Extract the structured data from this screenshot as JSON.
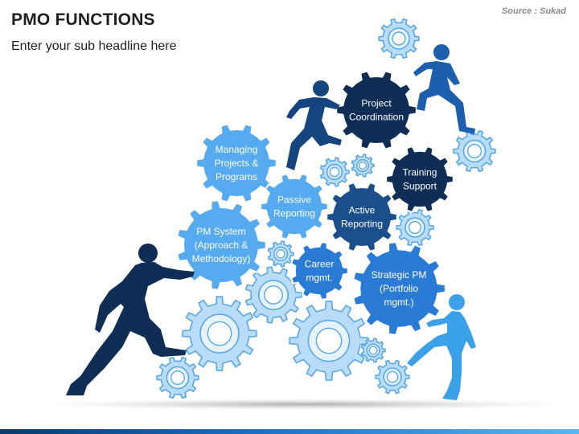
{
  "header": {
    "title": "PMO FUNCTIONS",
    "subtitle": "Enter your sub headline here",
    "source": "Source : Sukad"
  },
  "colors": {
    "navy": "#0f2d55",
    "dark_blue": "#1a4f8c",
    "mid_blue": "#2a7bd5",
    "light_blue": "#55aaf0",
    "pale_blue": "#b9dcf8",
    "outline_blue": "#5ba8e3"
  },
  "gears": {
    "project_coordination": {
      "lines": [
        "Project",
        "Coordination"
      ]
    },
    "managing_projects": {
      "lines": [
        "Managing",
        "Projects &",
        "Programs"
      ]
    },
    "training_support": {
      "lines": [
        "Training",
        "Support"
      ]
    },
    "passive_reporting": {
      "lines": [
        "Passive",
        "Reporting"
      ]
    },
    "active_reporting": {
      "lines": [
        "Active",
        "Reporting"
      ]
    },
    "pm_system": {
      "lines": [
        "PM System",
        "(Approach &",
        "Methodology)"
      ]
    },
    "career_mgmt": {
      "lines": [
        "Career",
        "mgmt."
      ]
    },
    "strategic_pm": {
      "lines": [
        "Strategic PM",
        "(Portfolio",
        "mgmt.)"
      ]
    }
  },
  "icons": {
    "figures": [
      "person-climbing-icon",
      "person-stepping-icon",
      "person-pushing-icon",
      "child-climbing-icon"
    ]
  }
}
